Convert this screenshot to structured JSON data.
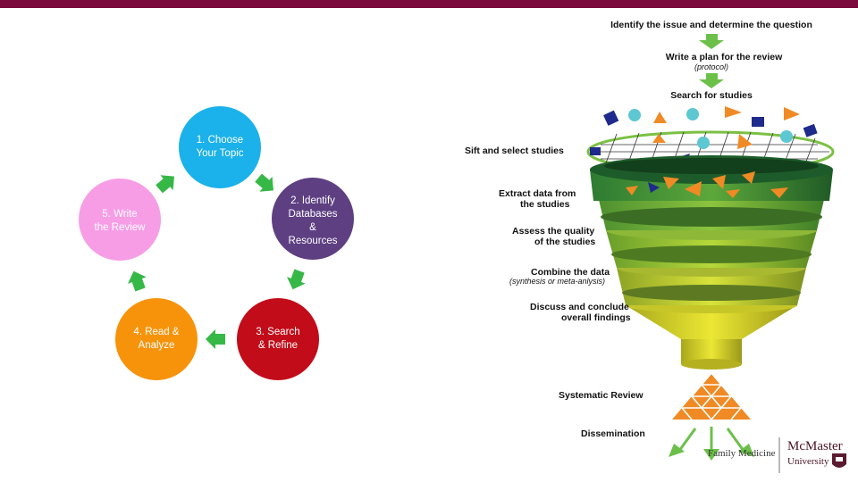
{
  "cycle": {
    "steps": [
      {
        "lines": [
          "1.  Choose",
          "Your Topic"
        ],
        "color": "#1bb1ea"
      },
      {
        "lines": [
          "2.  Identify",
          "Databases",
          "&",
          "Resources"
        ],
        "color": "#5d3f82"
      },
      {
        "lines": [
          "3.  Search",
          "& Refine"
        ],
        "color": "#c20c19"
      },
      {
        "lines": [
          "4.  Read &",
          "Analyze"
        ],
        "color": "#f7930b"
      },
      {
        "lines": [
          "5.  Write",
          "the Review"
        ],
        "color": "#f79de6"
      }
    ],
    "arrow_color": "#36b847"
  },
  "funnel": {
    "stages": {
      "identify": "Identify the issue and determine the question",
      "plan": "Write a plan for the review",
      "plan_note": "(protocol)",
      "search": "Search for studies",
      "sift": "Sift and select studies",
      "extract_1": "Extract data from",
      "extract_2": "the studies",
      "assess_1": "Assess the quality",
      "assess_2": "of the studies",
      "combine": "Combine the data",
      "combine_note": "(synthesis or meta-anlysis)",
      "discuss_1": "Discuss and conclude",
      "discuss_2": "overall findings",
      "review": "Systematic Review",
      "dissemination": "Dissemination"
    }
  },
  "logos": {
    "family_medicine": "Family Medicine",
    "mcmaster": "McMaster",
    "university": "University"
  },
  "colors": {
    "topbar": "#7a0b3c",
    "funnel_dark": "#1d5c2a",
    "funnel_light": "#d9cf1f"
  }
}
